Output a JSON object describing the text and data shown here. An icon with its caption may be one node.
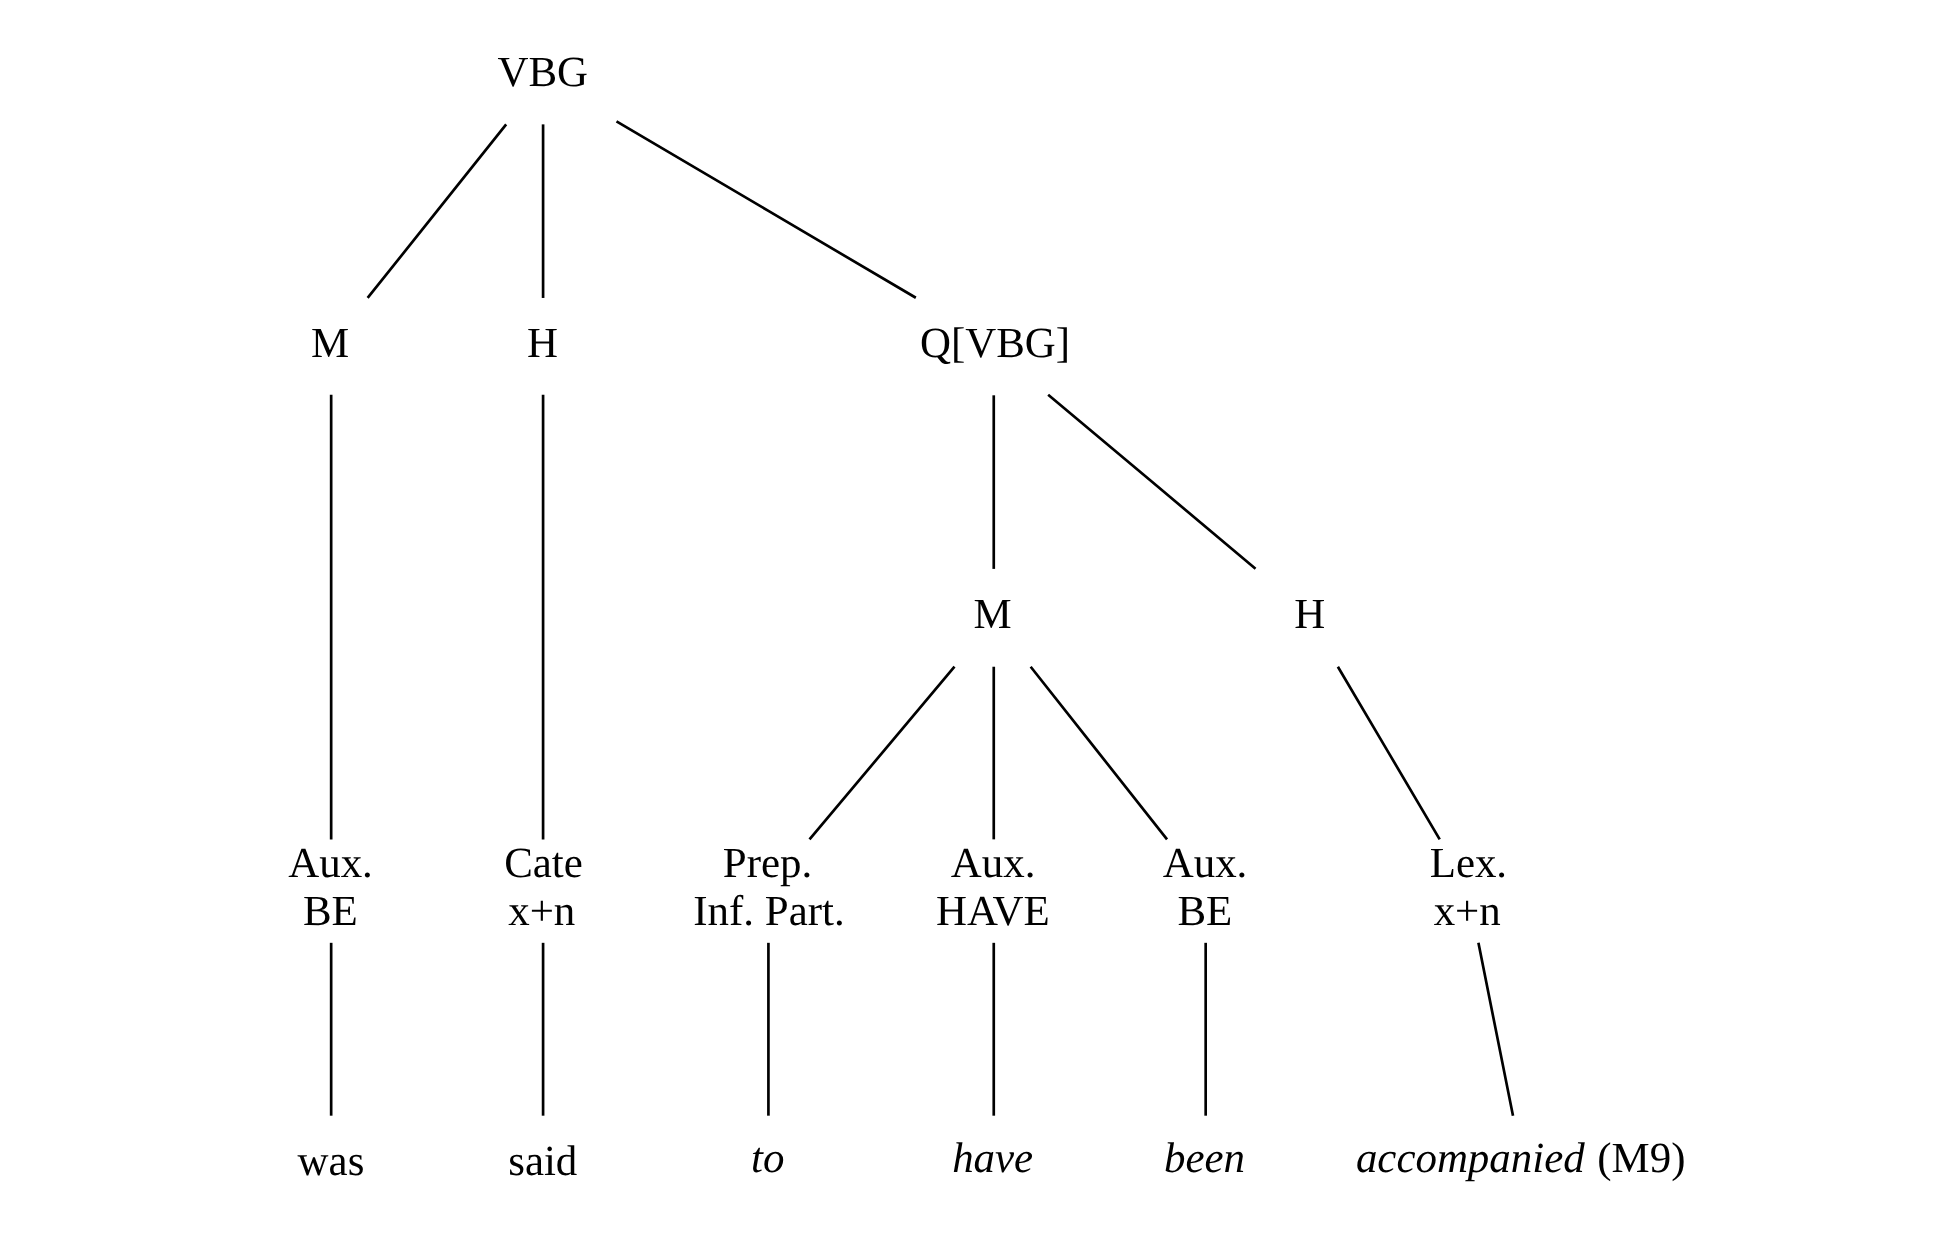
{
  "diagram": {
    "nodes": [
      {
        "text": [
          "VBG"
        ]
      },
      {
        "text": [
          "M"
        ]
      },
      {
        "text": [
          "H"
        ]
      },
      {
        "text": [
          "Q[VBG]"
        ]
      },
      {
        "text": [
          "M"
        ]
      },
      {
        "text": [
          "H"
        ]
      },
      {
        "text": [
          "Aux. BE"
        ]
      },
      {
        "text": [
          "Cate x+n"
        ]
      },
      {
        "text": [
          "Prep. Inf. Part."
        ]
      },
      {
        "text": [
          "Aux. HAVE"
        ]
      },
      {
        "text": [
          "Aux. BE"
        ]
      },
      {
        "text": [
          "Lex. x+n"
        ]
      },
      {
        "text": [
          "was"
        ]
      },
      {
        "text": [
          "said"
        ]
      },
      {
        "text": [
          "to"
        ]
      },
      {
        "text": [
          "have"
        ]
      },
      {
        "text": [
          "been"
        ]
      },
      {
        "text": [
          "*accompanied* (M9)"
        ]
      }
    ],
    "edges": [
      {
        "from": 0,
        "to": 1,
        "arrow": "none"
      },
      {
        "from": 0,
        "to": 2,
        "arrow": "none"
      },
      {
        "from": 0,
        "to": 3,
        "arrow": "none"
      },
      {
        "from": 1,
        "to": 6,
        "arrow": "none"
      },
      {
        "from": 2,
        "to": 7,
        "arrow": "none"
      },
      {
        "from": 3,
        "to": 4,
        "arrow": "none"
      },
      {
        "from": 3,
        "to": 5,
        "arrow": "none"
      },
      {
        "from": 4,
        "to": 8,
        "arrow": "none"
      },
      {
        "from": 4,
        "to": 9,
        "arrow": "none"
      },
      {
        "from": 4,
        "to": 10,
        "arrow": "none"
      },
      {
        "from": 5,
        "to": 11,
        "arrow": "none"
      },
      {
        "from": 6,
        "to": 12,
        "arrow": "none"
      },
      {
        "from": 7,
        "to": 13,
        "arrow": "none"
      },
      {
        "from": 8,
        "to": 14,
        "arrow": "none"
      },
      {
        "from": 9,
        "to": 15,
        "arrow": "none"
      },
      {
        "from": 10,
        "to": 16,
        "arrow": "none"
      },
      {
        "from": 11,
        "to": 17,
        "arrow": "none"
      }
    ]
  }
}
